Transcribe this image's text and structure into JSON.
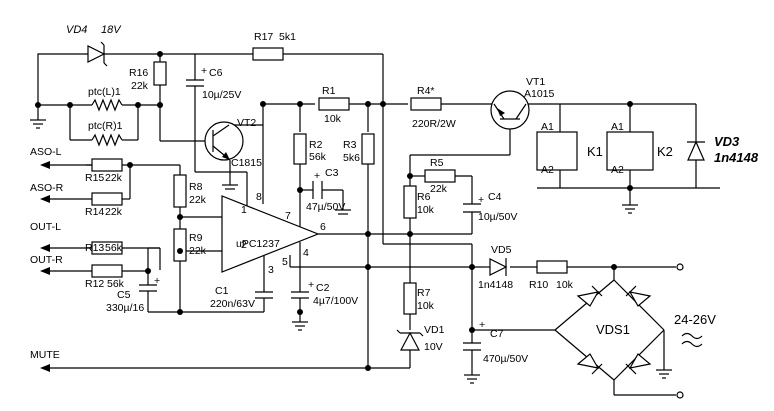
{
  "components": {
    "vd4": {
      "ref": "VD4",
      "value": "18V"
    },
    "r17": {
      "ref": "R17",
      "value": "5k1"
    },
    "r16": {
      "ref": "R16",
      "value": "22k"
    },
    "c6": {
      "ref": "C6",
      "value": "10µ/25V"
    },
    "ptc_l": {
      "ref": "ptc(L)1"
    },
    "ptc_r": {
      "ref": "ptc(R)1"
    },
    "vt2": {
      "ref": "VT2",
      "value": "C1815"
    },
    "r1": {
      "ref": "R1",
      "value": "10k"
    },
    "r2": {
      "ref": "R2",
      "value": "56k"
    },
    "r3": {
      "ref": "R3",
      "value": "5k6"
    },
    "c3": {
      "ref": "C3",
      "value": "47µ/50V"
    },
    "r4": {
      "ref": "R4*",
      "value": "220R/2W"
    },
    "vt1": {
      "ref": "VT1",
      "value": "A1015"
    },
    "k1": {
      "ref": "K1",
      "pin1": "A1",
      "pin2": "A2"
    },
    "k2": {
      "ref": "K2",
      "pin1": "A1",
      "pin2": "A2"
    },
    "vd3": {
      "ref": "VD3",
      "value": "1n4148"
    },
    "r5": {
      "ref": "R5",
      "value": "22k"
    },
    "r6": {
      "ref": "R6",
      "value": "10k"
    },
    "c4": {
      "ref": "C4",
      "value": "10µ/50V"
    },
    "r15": {
      "ref": "R15",
      "value": "22k"
    },
    "r14": {
      "ref": "R14",
      "value": "22k"
    },
    "r8": {
      "ref": "R8",
      "value": "22k"
    },
    "r9": {
      "ref": "R9",
      "value": "22k"
    },
    "r13": {
      "ref": "R13",
      "value": "56k"
    },
    "r12": {
      "ref": "R12",
      "value": "56k"
    },
    "c5": {
      "ref": "C5",
      "value": "330µ/16"
    },
    "ic": {
      "ref": "uPC1237",
      "pins": [
        "1",
        "2",
        "3",
        "4",
        "5",
        "6",
        "7",
        "8"
      ]
    },
    "c1": {
      "ref": "C1",
      "value": "220n/63V"
    },
    "c2": {
      "ref": "C2",
      "value": "4µ7/100V"
    },
    "r7": {
      "ref": "R7",
      "value": "10k"
    },
    "vd1": {
      "ref": "VD1",
      "value": "10V"
    },
    "vd5": {
      "ref": "VD5",
      "value": "1n4148"
    },
    "r10": {
      "ref": "R10",
      "value": "10k"
    },
    "c7": {
      "ref": "C7",
      "value": "470µ/50V"
    },
    "vds1": {
      "ref": "VDS1"
    }
  },
  "signals": {
    "aso_l": "ASO-L",
    "aso_r": "ASO-R",
    "out_l": "OUT-L",
    "out_r": "OUT-R",
    "mute": "MUTE",
    "supply": "24-26V"
  },
  "polarity": {
    "plus": "+"
  }
}
